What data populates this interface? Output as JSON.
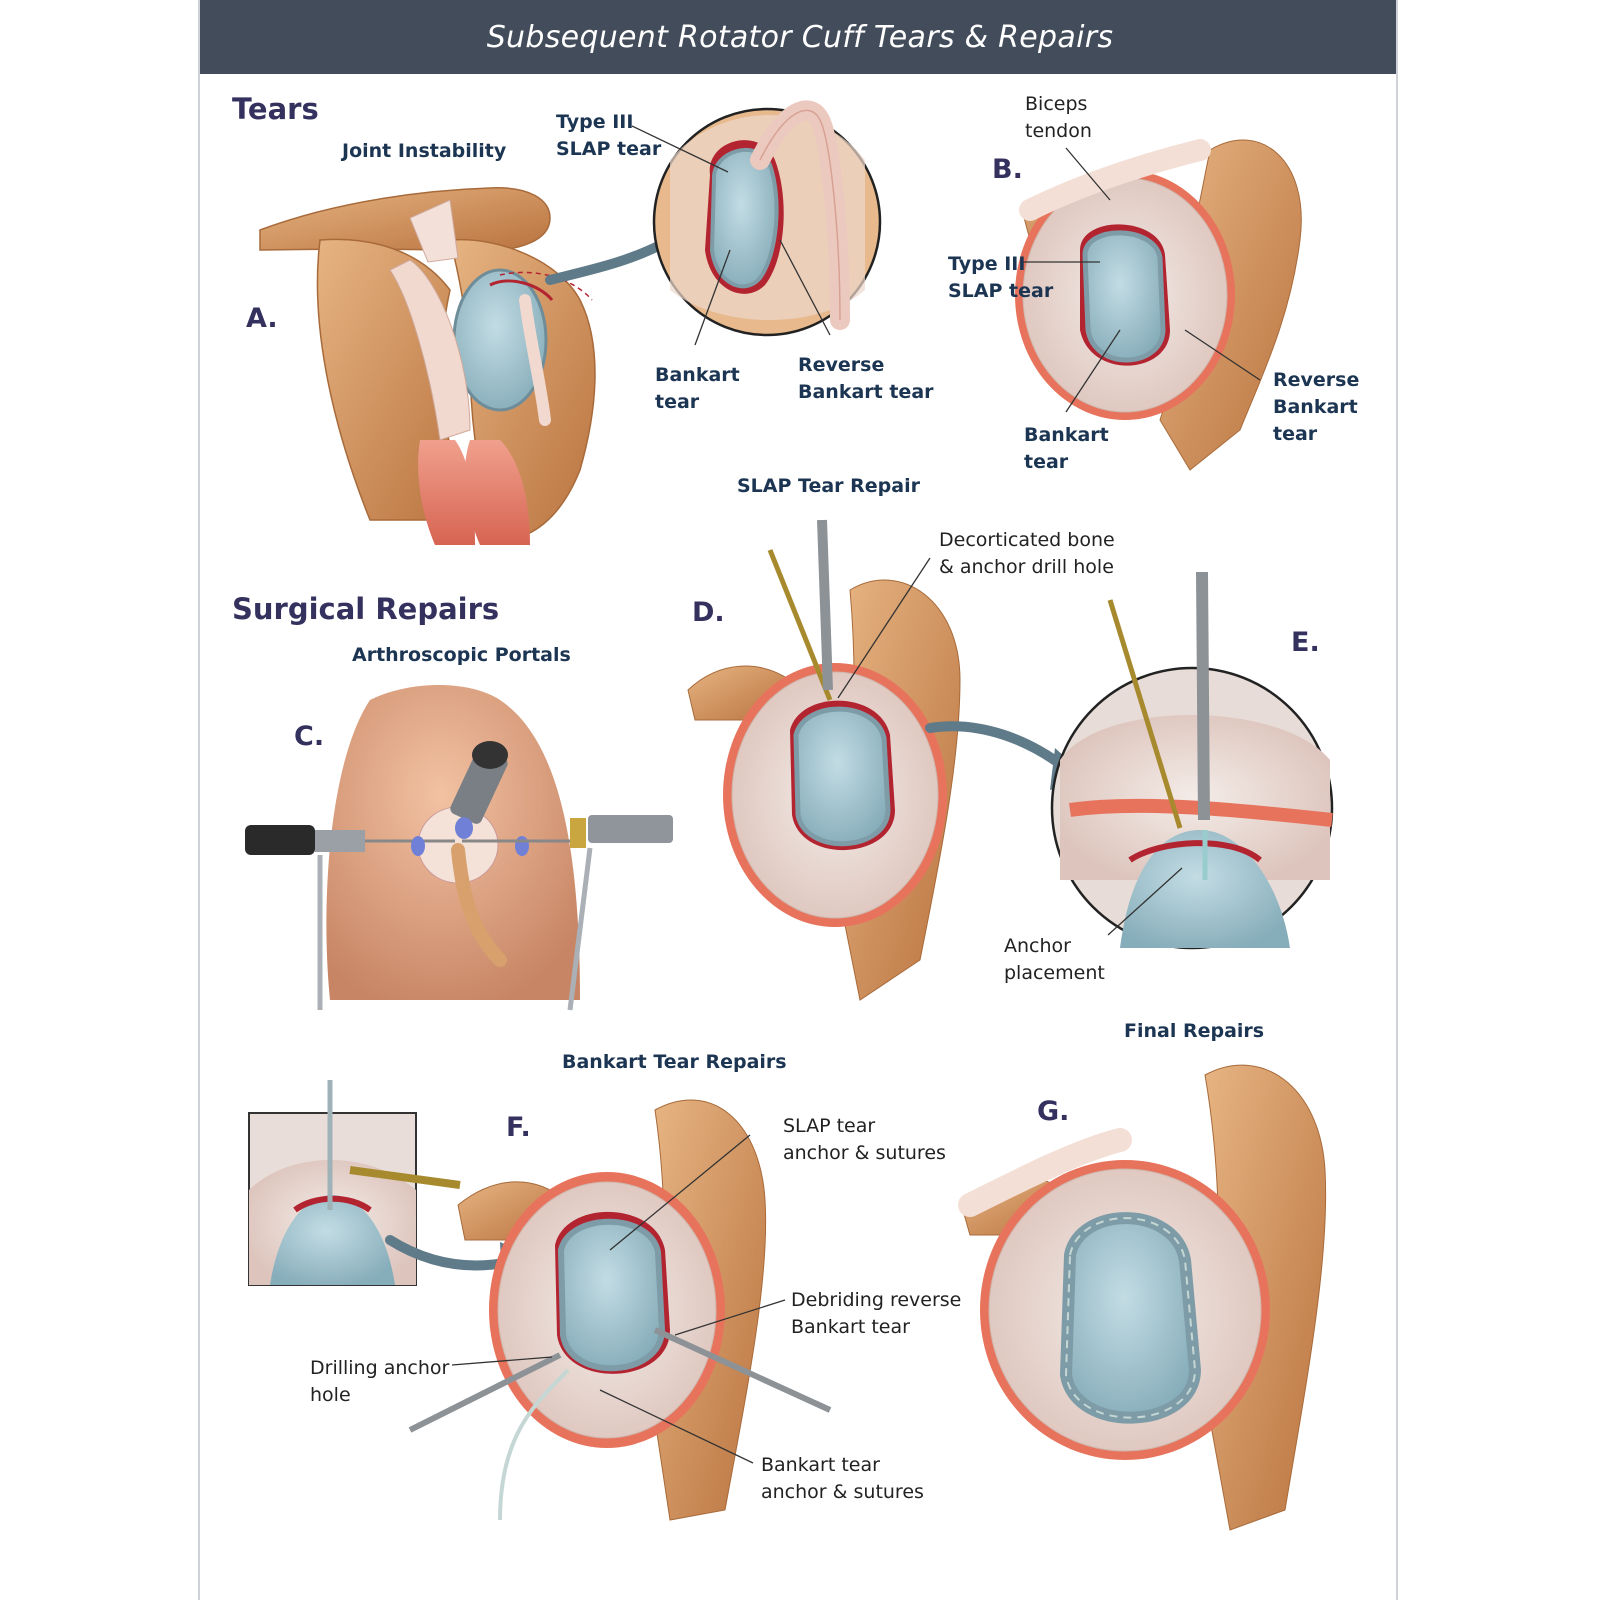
{
  "title": "Subsequent Rotator Cuff Tears & Repairs",
  "sections": {
    "tears": "Tears",
    "surgical": "Surgical Repairs"
  },
  "subtitles": {
    "joint_instability": "Joint Instability",
    "slap_repair": "SLAP Tear Repair",
    "portals": "Arthroscopic Portals",
    "bankart_repairs": "Bankart Tear Repairs",
    "final_repairs": "Final Repairs"
  },
  "panels": {
    "a": "A.",
    "b": "B.",
    "c": "C.",
    "d": "D.",
    "e": "E.",
    "f": "F.",
    "g": "G."
  },
  "labels": {
    "a_slap": "Type III\nSLAP tear",
    "a_bankart": "Bankart\ntear",
    "a_reverse": "Reverse\nBankart tear",
    "b_biceps": "Biceps\ntendon",
    "b_slap": "Type III\nSLAP tear",
    "b_bankart": "Bankart\ntear",
    "b_reverse": "Reverse\nBankart\ntear",
    "d_decort": "Decorticated bone\n& anchor drill hole",
    "e_anchor": "Anchor\nplacement",
    "f_slap": "SLAP tear\nanchor & sutures",
    "f_debriding": "Debriding reverse\nBankart tear",
    "f_drilling": "Drilling anchor\nhole",
    "f_bankart": "Bankart tear\nanchor & sutures"
  },
  "colors": {
    "header": "#434c5b",
    "bone": "#d59a66",
    "cartilage": "#9fc4d0",
    "labrum": "#a7c2cc",
    "muscle": "#e4826e",
    "tear": "#b32431",
    "leader": "#333333"
  }
}
